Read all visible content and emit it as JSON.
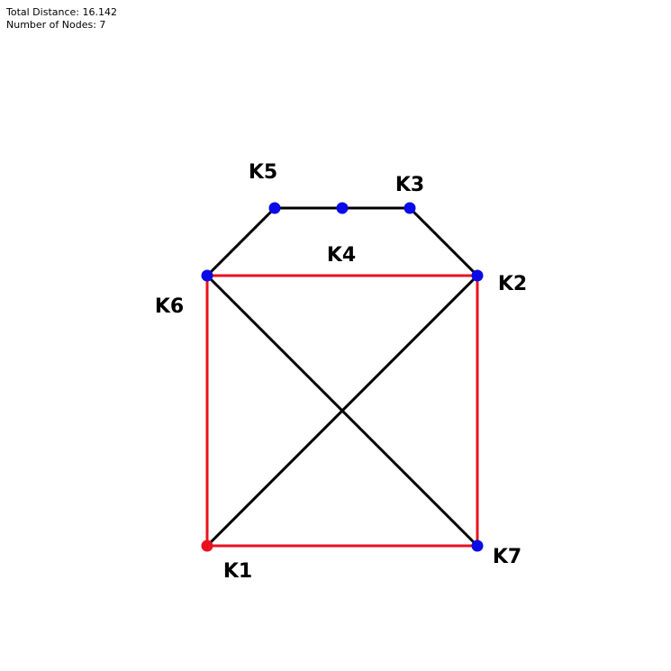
{
  "stats": {
    "total_distance_text": "Total Distance: 16.142",
    "node_count_text": "Number of Nodes: 7"
  },
  "colors": {
    "edge_default": "#000000",
    "edge_highlight": "#e8121f",
    "node_default": "#0a0ae6",
    "node_start": "#e8121f"
  },
  "nodes": [
    {
      "id": "K1",
      "label": "K1",
      "role": "start"
    },
    {
      "id": "K2",
      "label": "K2",
      "role": "default"
    },
    {
      "id": "K3",
      "label": "K3",
      "role": "default"
    },
    {
      "id": "K4",
      "label": "K4",
      "role": "default"
    },
    {
      "id": "K5",
      "label": "K5",
      "role": "default"
    },
    {
      "id": "K6",
      "label": "K6",
      "role": "default"
    },
    {
      "id": "K7",
      "label": "K7",
      "role": "default"
    }
  ],
  "edges": [
    {
      "from": "K6",
      "to": "K5",
      "highlight": false
    },
    {
      "from": "K5",
      "to": "K4",
      "highlight": false
    },
    {
      "from": "K4",
      "to": "K3",
      "highlight": false
    },
    {
      "from": "K3",
      "to": "K2",
      "highlight": false
    },
    {
      "from": "K6",
      "to": "K7",
      "highlight": false
    },
    {
      "from": "K1",
      "to": "K2",
      "highlight": false
    },
    {
      "from": "K6",
      "to": "K2",
      "highlight": true
    },
    {
      "from": "K2",
      "to": "K7",
      "highlight": true
    },
    {
      "from": "K7",
      "to": "K1",
      "highlight": true
    },
    {
      "from": "K1",
      "to": "K6",
      "highlight": true
    }
  ]
}
